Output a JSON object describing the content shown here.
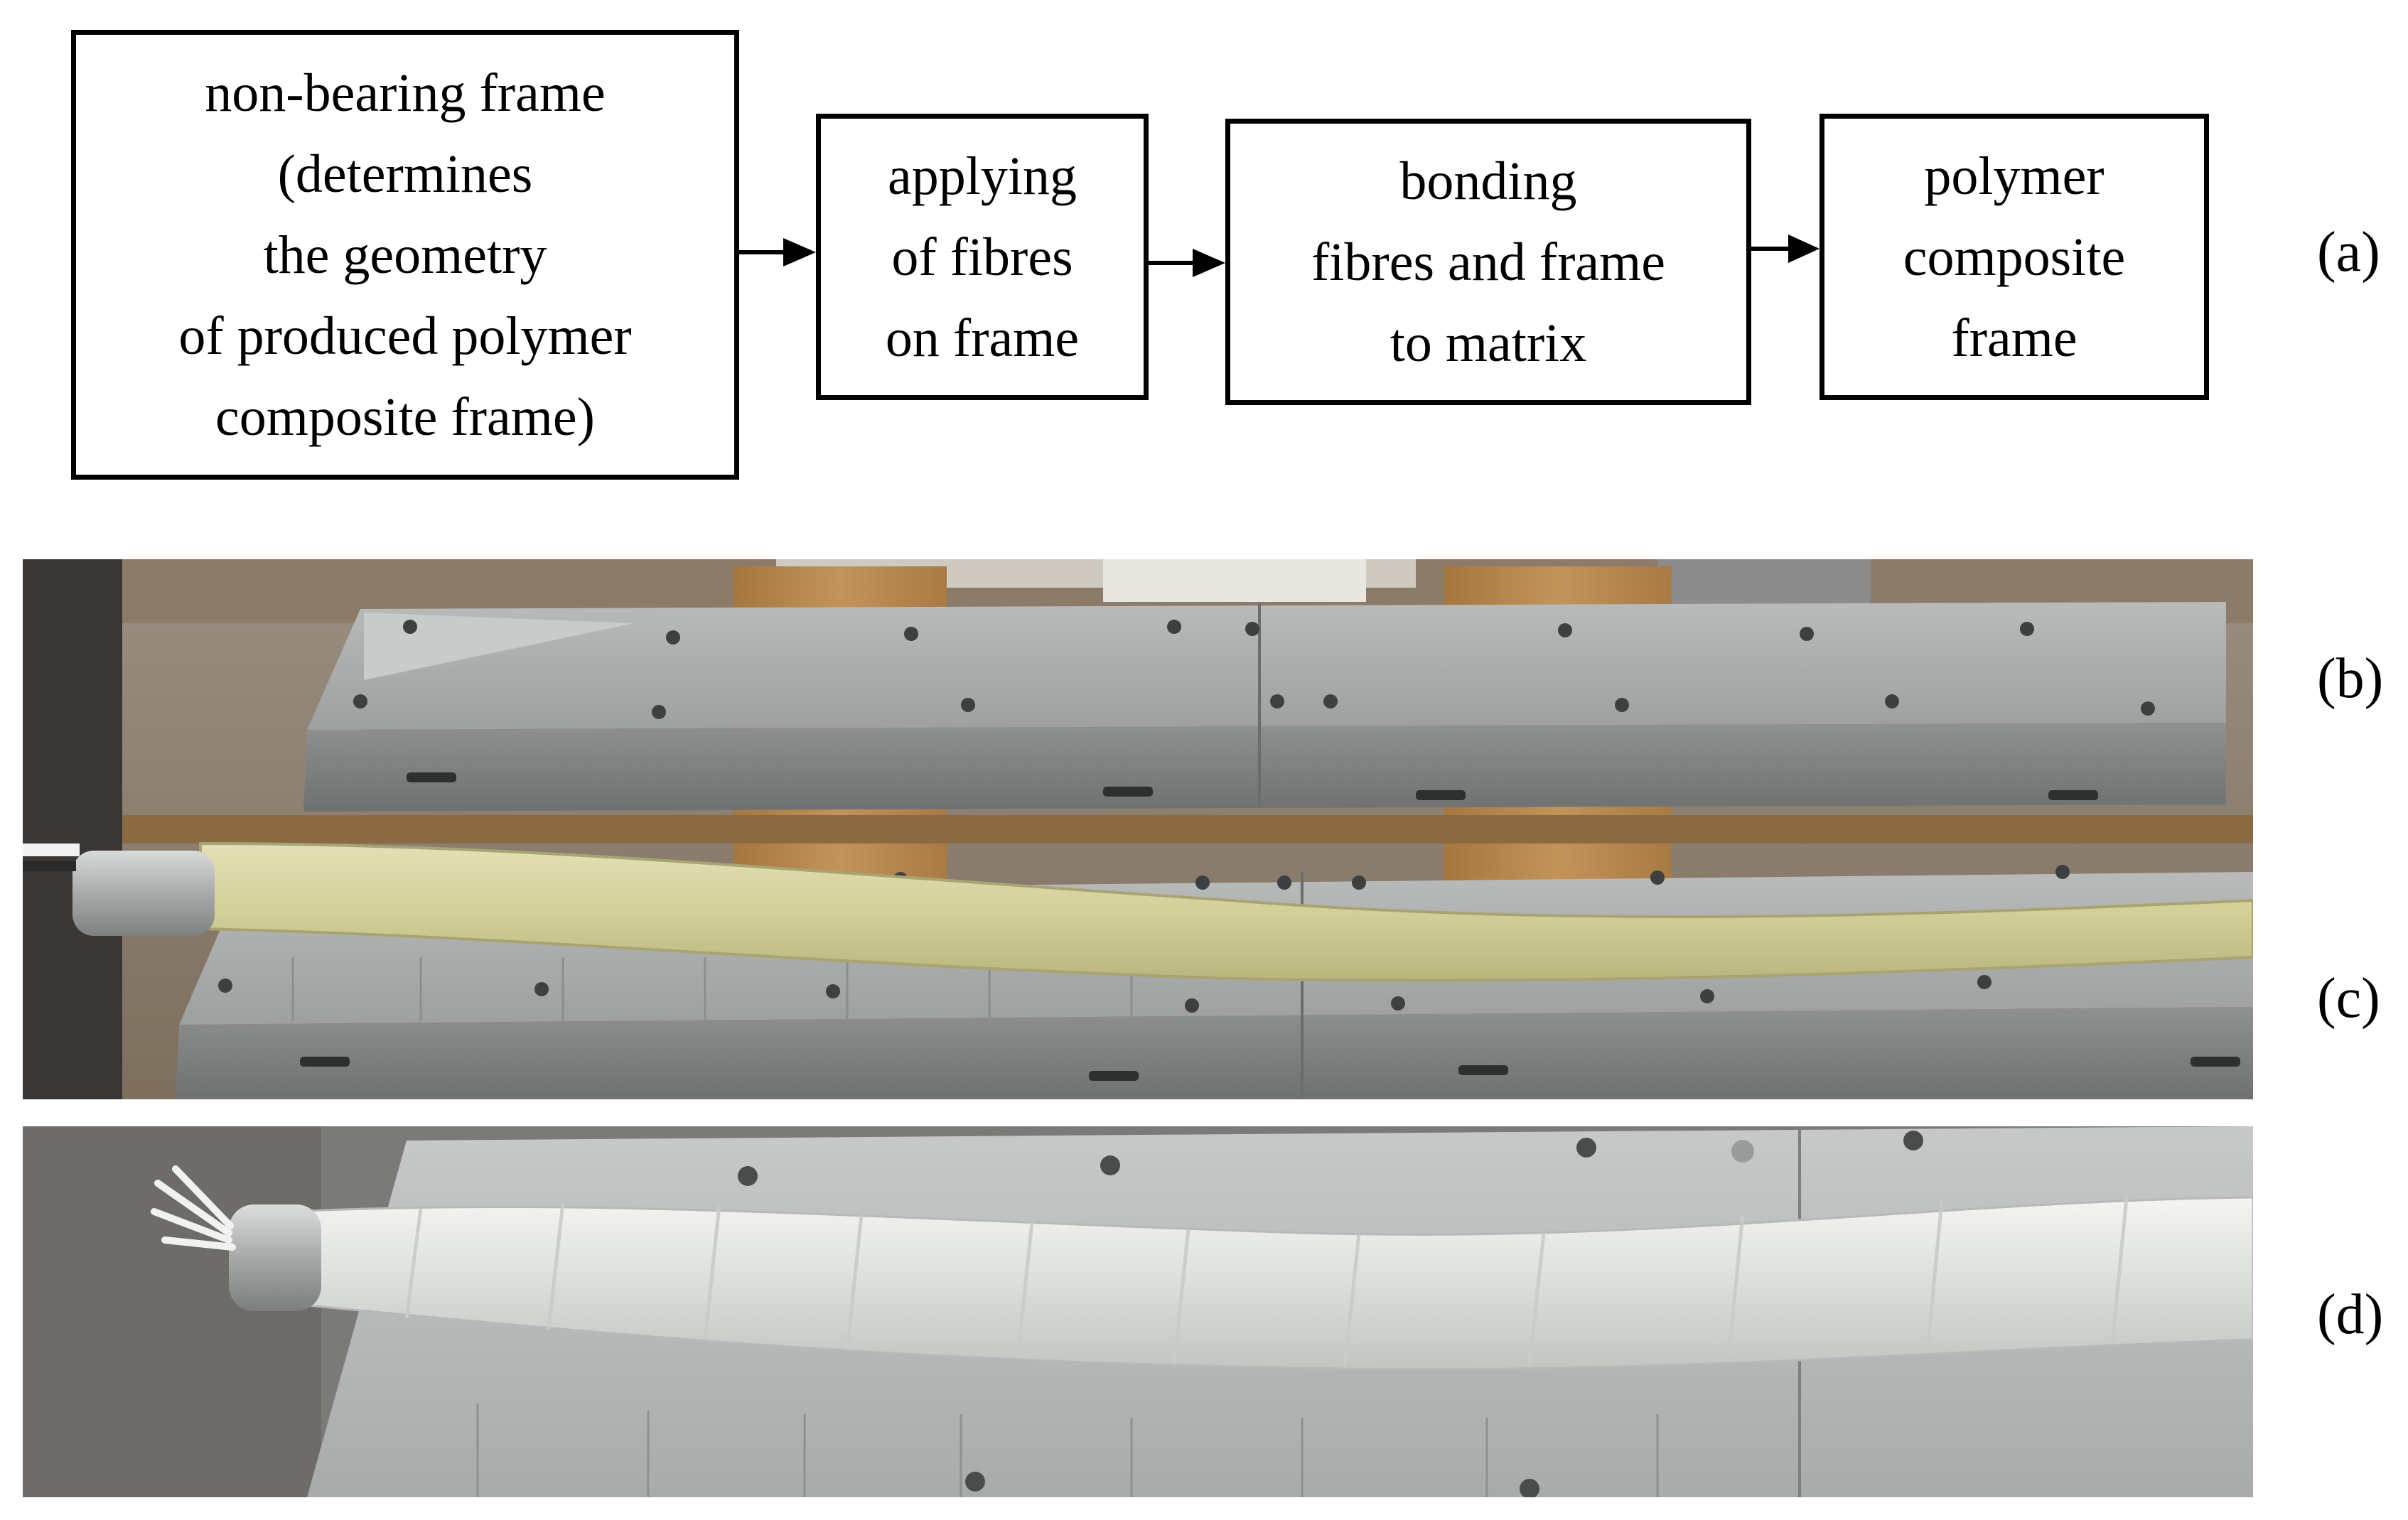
{
  "flow": {
    "steps": [
      {
        "lines": [
          "non-bearing  frame",
          "(determines",
          "the  geometry",
          "of produced polymer",
          "composite  frame)"
        ]
      },
      {
        "lines": [
          "applying",
          "of fibres",
          "on frame"
        ]
      },
      {
        "lines": [
          "bonding",
          "fibres  and frame",
          "to matrix"
        ]
      },
      {
        "lines": [
          "polymer",
          "composite",
          "frame"
        ]
      }
    ]
  },
  "panels": {
    "a": "(a)",
    "b": "(b)",
    "c": "(c)",
    "d": "(d)"
  },
  "colors": {
    "aluminium": "#a7a9a9",
    "wood": "#b98a4e",
    "fibre_composite": "#d8d5a4",
    "glass_fibre": "#e6e8e6"
  }
}
